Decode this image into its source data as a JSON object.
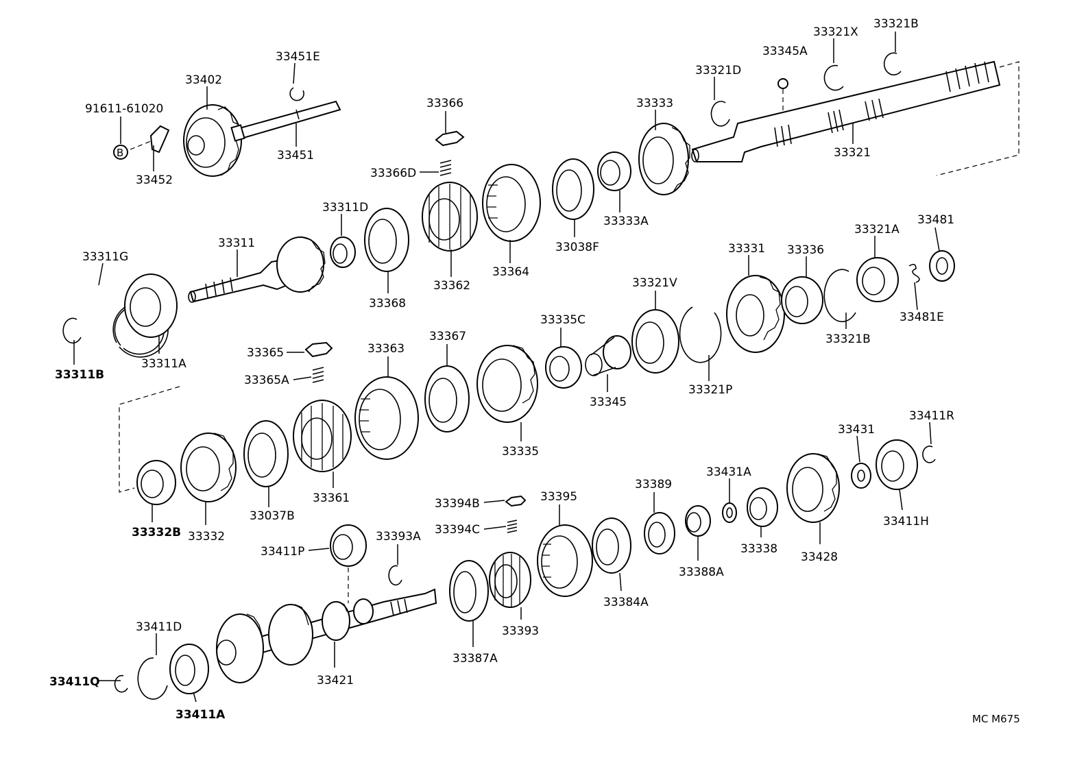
{
  "diagram": {
    "labels": {
      "p33451E": "33451E",
      "p33402": "33402",
      "p91611": "91611-61020",
      "p33451": "33451",
      "p33452": "33452",
      "pB": "B",
      "p33366": "33366",
      "p33366D": "33366D",
      "p33333": "33333",
      "p33321D": "33321D",
      "p33345A": "33345A",
      "p33321X": "33321X",
      "p33321B_top": "33321B",
      "p33321": "33321",
      "p33311D": "33311D",
      "p33311": "33311",
      "p33311G": "33311G",
      "p33368": "33368",
      "p33362": "33362",
      "p33364": "33364",
      "p33038F": "33038F",
      "p33333A": "33333A",
      "p33311A": "33311A",
      "p33311B": "33311B",
      "p33331": "33331",
      "p33336": "33336",
      "p33321A": "33321A",
      "p33481": "33481",
      "p33321V": "33321V",
      "p33335C": "33335C",
      "p33321B_mid": "33321B",
      "p33481E": "33481E",
      "p33365": "33365",
      "p33365A": "33365A",
      "p33363": "33363",
      "p33367": "33367",
      "p33345": "33345",
      "p33321P": "33321P",
      "p33335": "33335",
      "p33431": "33431",
      "p33411R": "33411R",
      "p33361": "33361",
      "p33037B": "33037B",
      "p33332": "33332",
      "p33332B": "33332B",
      "p33394B": "33394B",
      "p33394C": "33394C",
      "p33395": "33395",
      "p33389": "33389",
      "p33431A": "33431A",
      "p33411H": "33411H",
      "p33428": "33428",
      "p33338": "33338",
      "p33388A": "33388A",
      "p33384A": "33384A",
      "p33411P": "33411P",
      "p33393A": "33393A",
      "p33393": "33393",
      "p33387A": "33387A",
      "p33411D": "33411D",
      "p33411Q": "33411Q",
      "p33411A": "33411A",
      "p33421": "33421"
    },
    "code": "MC  M675"
  }
}
